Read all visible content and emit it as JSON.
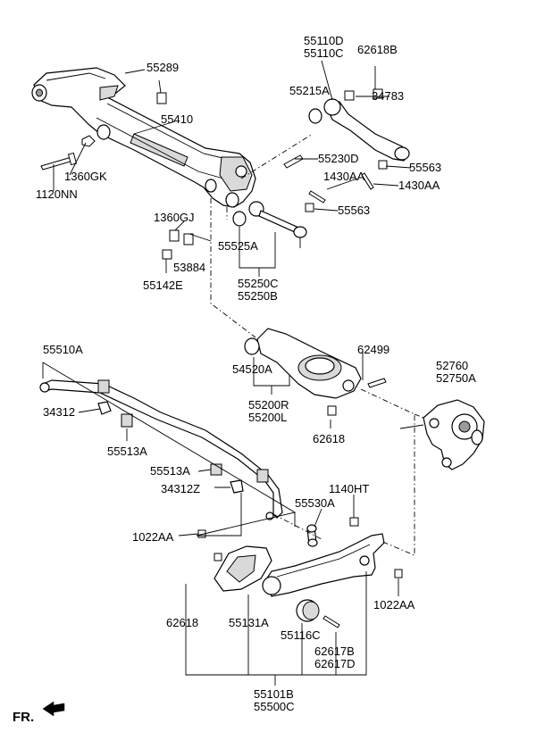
{
  "labels": {
    "p55110D": "55110D",
    "p55110C": "55110C",
    "p62618B": "62618B",
    "p55289": "55289",
    "p55215A": "55215A",
    "p34783": "34783",
    "p55410": "55410",
    "p1360GK": "1360GK",
    "p1120NN": "1120NN",
    "p55230D": "55230D",
    "p55563a": "55563",
    "p1430AAa": "1430AA",
    "p1430AAb": "1430AA",
    "p55563b": "55563",
    "p1360GJ": "1360GJ",
    "p53884": "53884",
    "p55142E": "55142E",
    "p55525A": "55525A",
    "p55250C": "55250C",
    "p55250B": "55250B",
    "p55510A": "55510A",
    "p62499": "62499",
    "p52760": "52760",
    "p52750A": "52750A",
    "p34312": "34312",
    "p54520A": "54520A",
    "p55200R": "55200R",
    "p55200L": "55200L",
    "p55513Aa": "55513A",
    "p62618": "62618",
    "p55513Ab": "55513A",
    "p34312Z": "34312Z",
    "p1140HT": "1140HT",
    "p55530A": "55530A",
    "p1022AAa": "1022AA",
    "p1022AAb": "1022AA",
    "p62618c": "62618",
    "p55131A": "55131A",
    "p55116C": "55116C",
    "p62617B": "62617B",
    "p62617D": "62617D",
    "p55101B": "55101B",
    "p55500C": "55500C",
    "fr": "FR."
  }
}
